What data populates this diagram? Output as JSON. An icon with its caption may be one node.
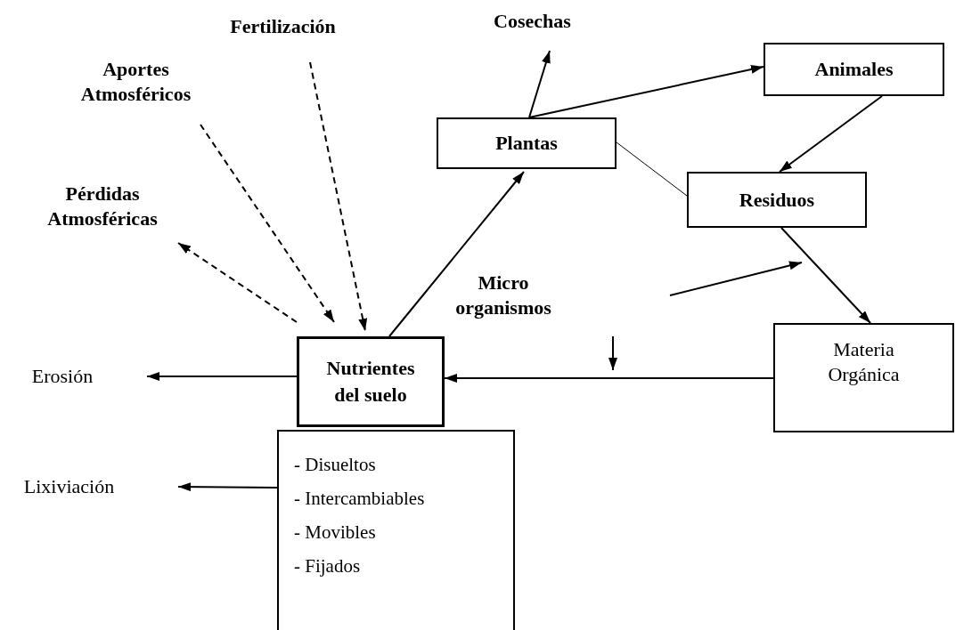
{
  "diagram": {
    "nodes": [
      {
        "text": [
          "Fertilización"
        ]
      },
      {
        "text": [
          "Cosechas"
        ]
      },
      {
        "text": [
          "Aportes Atmosféricos"
        ]
      },
      {
        "text": [
          "Pérdidas Atmosféricas"
        ]
      },
      {
        "text": [
          "Plantas"
        ]
      },
      {
        "text": [
          "Animales"
        ]
      },
      {
        "text": [
          "Residuos"
        ]
      },
      {
        "text": [
          "Nutrientes del suelo"
        ]
      },
      {
        "text": [
          "Materia Orgánica"
        ]
      },
      {
        "text": [
          "- Disueltos",
          "- Intercambiables",
          "- Movibles",
          "- Fijados"
        ]
      },
      {
        "text": [
          "Erosión"
        ]
      },
      {
        "text": [
          "Lixiviación"
        ]
      }
    ],
    "edges": [
      {
        "from": 0,
        "to": 7,
        "arrow": "to",
        "style": "dashed"
      },
      {
        "from": 2,
        "to": 7,
        "arrow": "to",
        "style": "dashed"
      },
      {
        "from": 7,
        "to": 3,
        "arrow": "to",
        "style": "dashed"
      },
      {
        "from": 7,
        "to": 4,
        "arrow": "to"
      },
      {
        "from": 4,
        "to": 1,
        "arrow": "to"
      },
      {
        "from": 4,
        "to": 5,
        "arrow": "to"
      },
      {
        "from": 5,
        "to": 6,
        "arrow": "to"
      },
      {
        "from": 4,
        "to": 6,
        "arrow": "none"
      },
      {
        "from": 6,
        "to": 8,
        "arrow": "to"
      },
      {
        "from": 8,
        "to": 7,
        "arrow": "to"
      },
      {
        "from": 7,
        "to": 10,
        "arrow": "to"
      },
      {
        "from": 9,
        "to": 11,
        "arrow": "to"
      }
    ],
    "labels": [
      "Micro organismos"
    ]
  }
}
